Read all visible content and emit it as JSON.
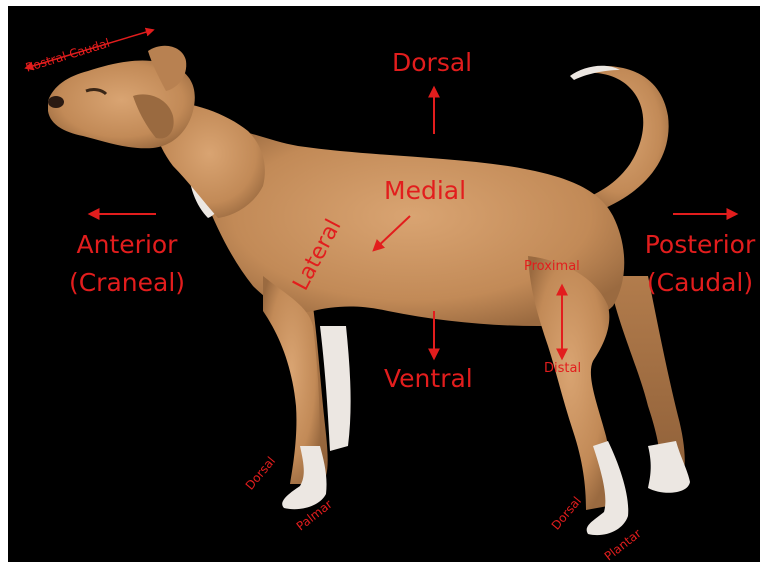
{
  "labels": {
    "dorsal": "Dorsal",
    "ventral": "Ventral",
    "medial": "Medial",
    "lateral": "Lateral",
    "anterior": "Anterior",
    "craneal": "(Craneal)",
    "posterior": "Posterior",
    "caudal": "(Caudal)",
    "proximal": "Proximal",
    "distal": "Distal",
    "rostral_caudal": "Rostral Caudal",
    "front_dorsal": "Dorsal",
    "palmar": "Palmar",
    "hind_dorsal": "Dorsal",
    "plantar": "Plantar"
  },
  "colors": {
    "background": "#000000",
    "label_red": "#e21d1d",
    "coat_tan": "#c88f5c",
    "coat_white": "#ece7e2"
  },
  "icons": [
    "dog-image",
    "arrow-up-icon",
    "arrow-down-icon",
    "arrow-left-icon",
    "arrow-right-icon",
    "arrow-diagonal-icon",
    "arrow-vertical-double-icon"
  ]
}
